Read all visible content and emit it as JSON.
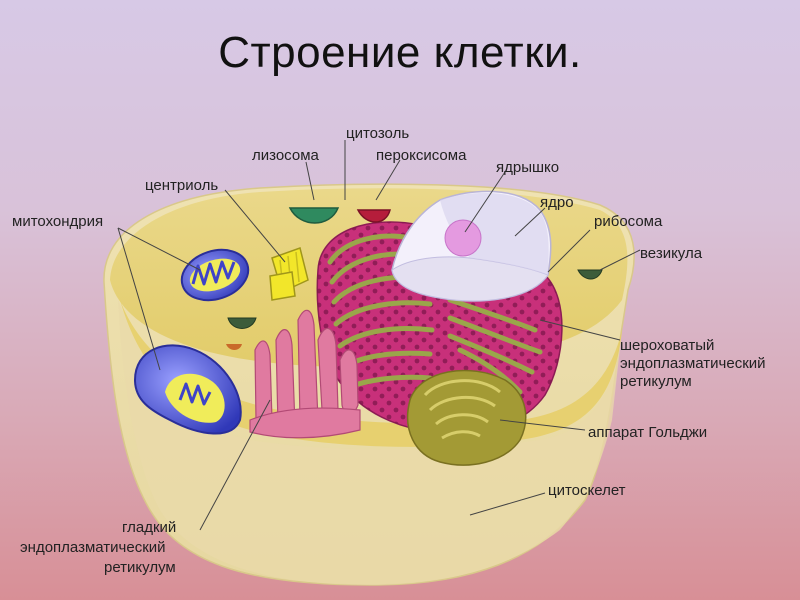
{
  "title": "Строение клетки.",
  "labels": {
    "lysosome": "лизосома",
    "cytosol": "цитозоль",
    "peroxisome": "пероксисома",
    "nucleolus": "ядрышко",
    "centriole": "центриоль",
    "nucleus": "ядро",
    "mitochondria": "митохондрия",
    "ribosome": "рибосома",
    "vesicle": "везикула",
    "rough_er_1": "шероховатый",
    "rough_er_2": "эндоплазматический",
    "rough_er_3": "ретикулум",
    "golgi": "аппарат Гольджи",
    "cytoskeleton": "цитоскелет",
    "smooth_er_1": "гладкий",
    "smooth_er_2": "эндоплазматический",
    "smooth_er_3": "ретикулум"
  },
  "colors": {
    "cytoplasm_top": "#e9d57a",
    "cell_body": "#e8dcaa",
    "rough_er": "#c8307a",
    "er_stripe": "#9aa64a",
    "nucleus": "#f3f0fb",
    "nucleolus": "#e49ae0",
    "mitochondria": "#3e44c8",
    "mito_inner": "#e8e832",
    "golgi": "#a39a35",
    "smooth_er": "#e07aa0",
    "lysosome": "#2f8a5f",
    "peroxisome": "#b51d3b"
  }
}
